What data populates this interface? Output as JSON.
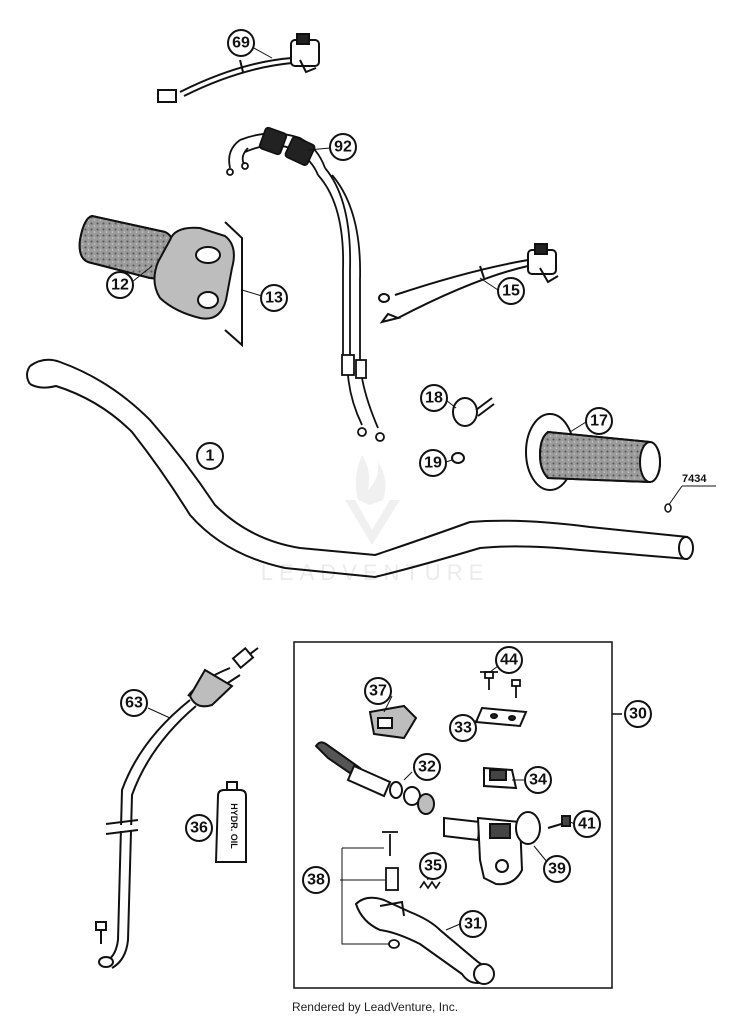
{
  "callouts": {
    "c69": "69",
    "c92": "92",
    "c12": "12",
    "c13": "13",
    "c15": "15",
    "c18": "18",
    "c17": "17",
    "c1": "1",
    "c19": "19",
    "c63": "63",
    "c44": "44",
    "c37": "37",
    "c30": "30",
    "c33": "33",
    "c32": "32",
    "c34": "34",
    "c36": "36",
    "c41": "41",
    "c39": "39",
    "c35": "35",
    "c38": "38",
    "c31": "31"
  },
  "reference_label": "7434",
  "bottle_label": "HYDR. OIL",
  "watermark": "LEADVENTURE",
  "footer": "Rendered by LeadVenture, Inc."
}
